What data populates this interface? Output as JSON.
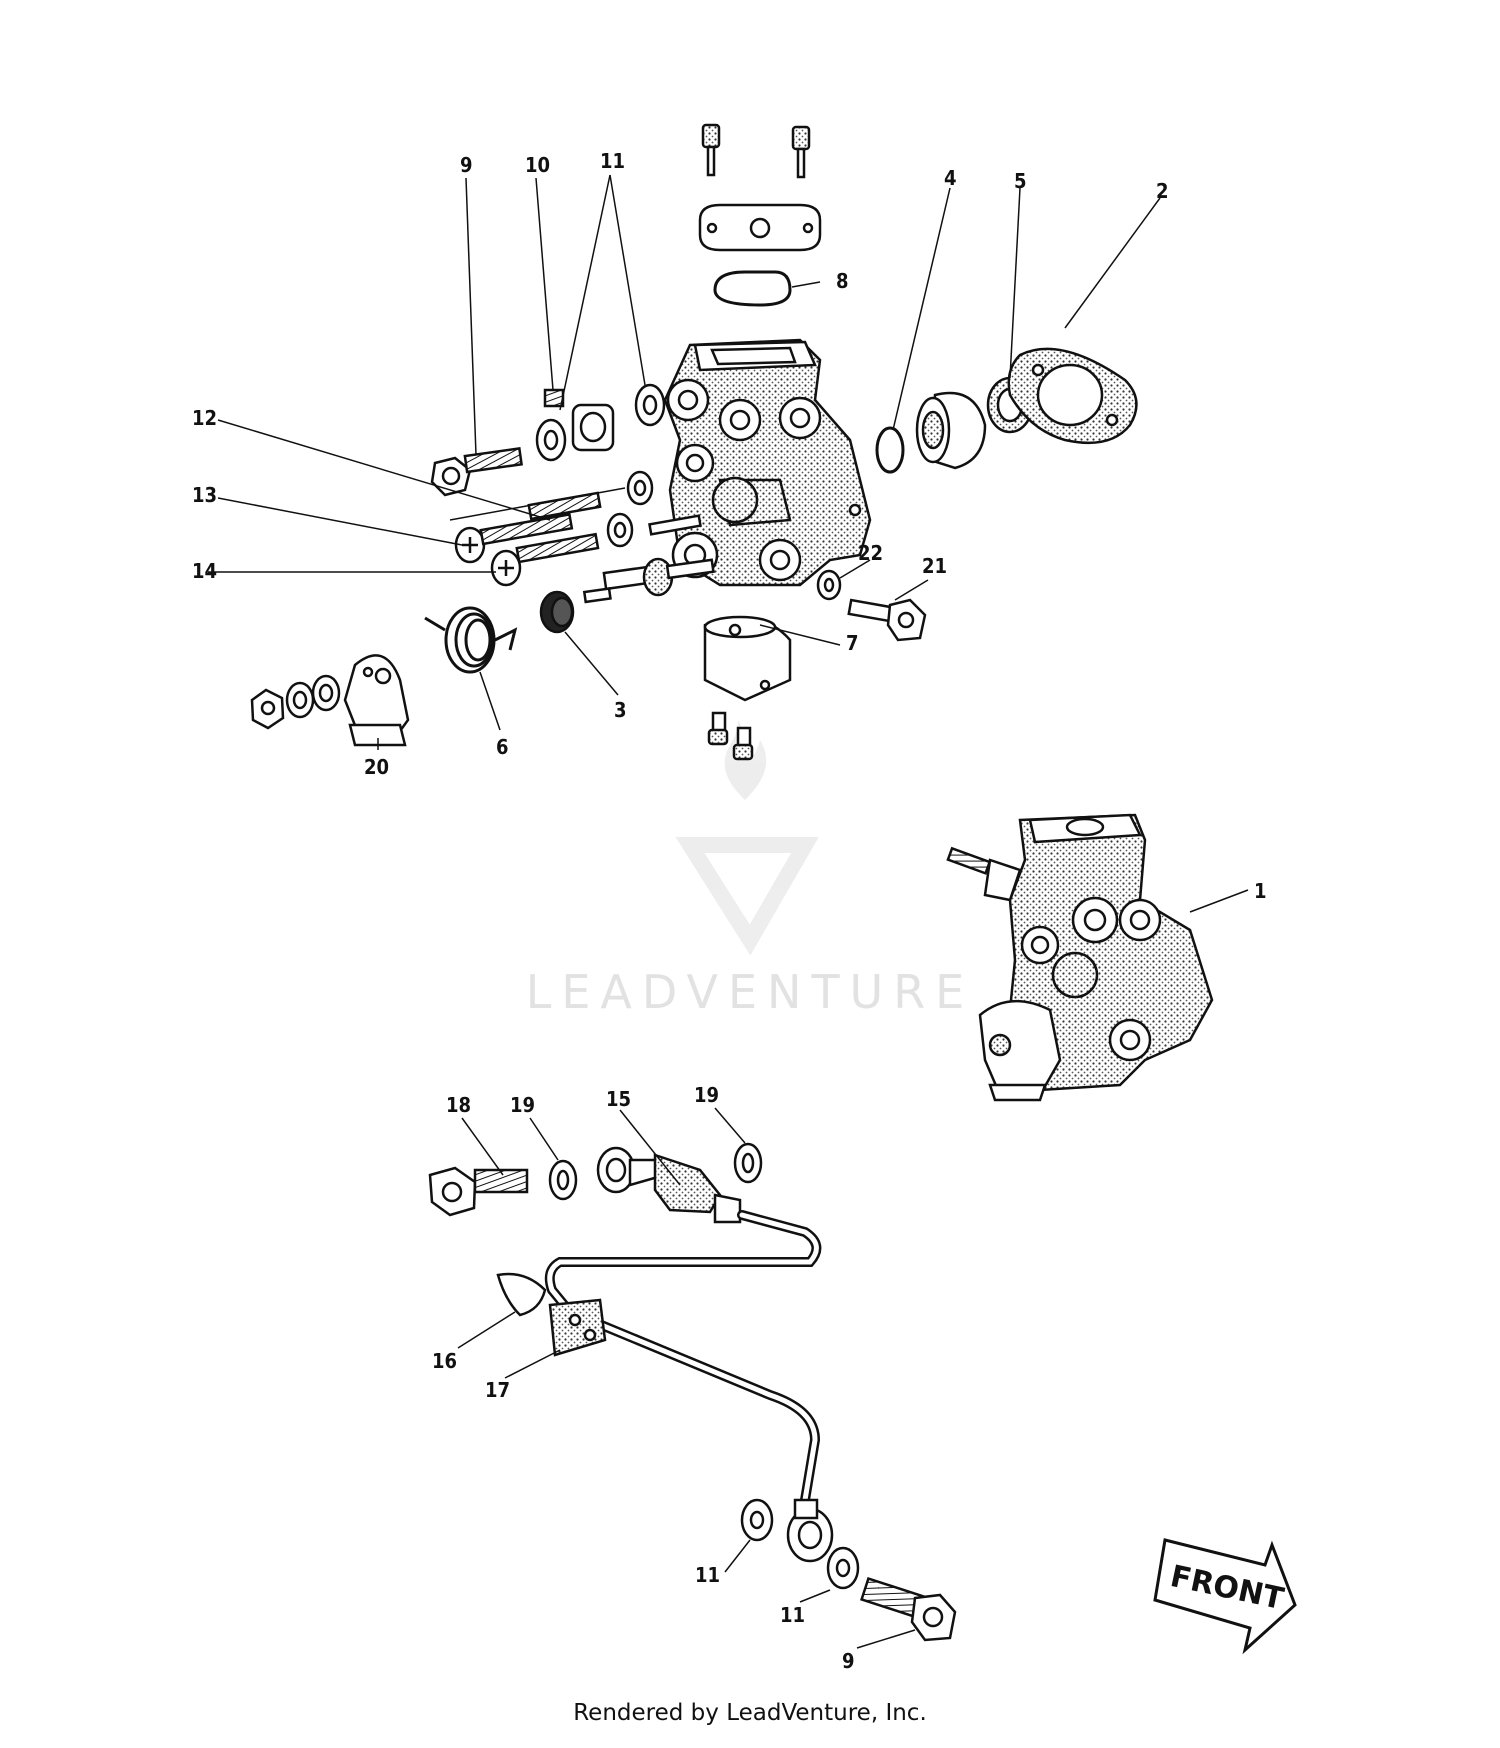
{
  "callouts": {
    "c9_top": "9",
    "c10": "10",
    "c11_top": "11",
    "c4": "4",
    "c5": "5",
    "c2": "2",
    "c8": "8",
    "c12": "12",
    "c13": "13",
    "c14": "14",
    "c22": "22",
    "c21": "21",
    "c7": "7",
    "c3": "3",
    "c6": "6",
    "c20": "20",
    "c1": "1",
    "c18": "18",
    "c19_a": "19",
    "c15": "15",
    "c19_b": "19",
    "c16": "16",
    "c17": "17",
    "c11_b1": "11",
    "c11_b2": "11",
    "c9_bottom": "9"
  },
  "front_arrow": {
    "label": "FRONT"
  },
  "watermark": {
    "brand": "LEADVENTURE"
  },
  "footer": {
    "credit": "Rendered by LeadVenture, Inc."
  }
}
